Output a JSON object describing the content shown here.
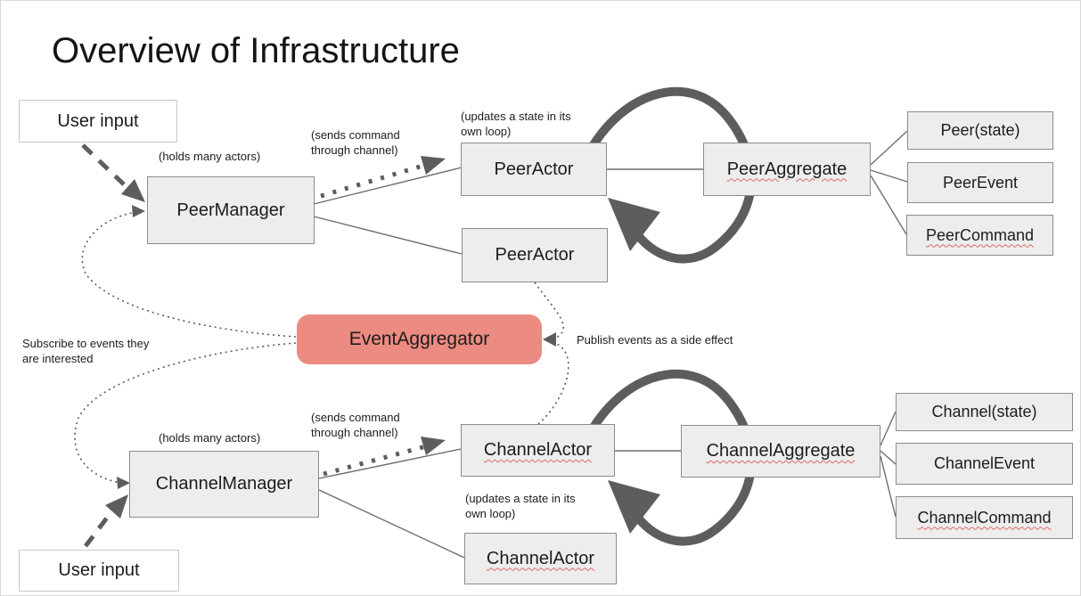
{
  "page": {
    "title": "Overview of Infrastructure"
  },
  "diagram": {
    "boxes": {
      "user_input_top": "User input",
      "peer_manager": "PeerManager",
      "peer_actor_1": "PeerActor",
      "peer_actor_2": "PeerActor",
      "peer_aggregate": "PeerAggregate",
      "peer_state": "Peer(state)",
      "peer_event": "PeerEvent",
      "peer_command": "PeerCommand",
      "event_aggregator": "EventAggregator",
      "channel_manager": "ChannelManager",
      "channel_actor_1": "ChannelActor",
      "channel_actor_2": "ChannelActor",
      "channel_aggregate": "ChannelAggregate",
      "channel_state": "Channel(state)",
      "channel_event": "ChannelEvent",
      "channel_command": "ChannelCommand",
      "user_input_bottom": "User input"
    },
    "annotations": {
      "holds_many_actors_top": "(holds many actors)",
      "sends_command_top": "(sends command\nthrough channel)",
      "updates_state_top": "(updates a state in its\nown loop)",
      "subscribe_note": "Subscribe to events they\nare interested",
      "publish_note": "Publish events as a side effect",
      "holds_many_actors_bottom": "(holds many actors)",
      "sends_command_bottom": "(sends command\nthrough channel)",
      "updates_state_bottom": "(updates a state in its\nown loop)"
    },
    "colors": {
      "accent_fill": "#ec8b81",
      "node_fill": "#ededed",
      "node_border": "#8c8c8c",
      "connector_gray": "#5d5d5d",
      "squiggle_red": "#e06666"
    }
  }
}
